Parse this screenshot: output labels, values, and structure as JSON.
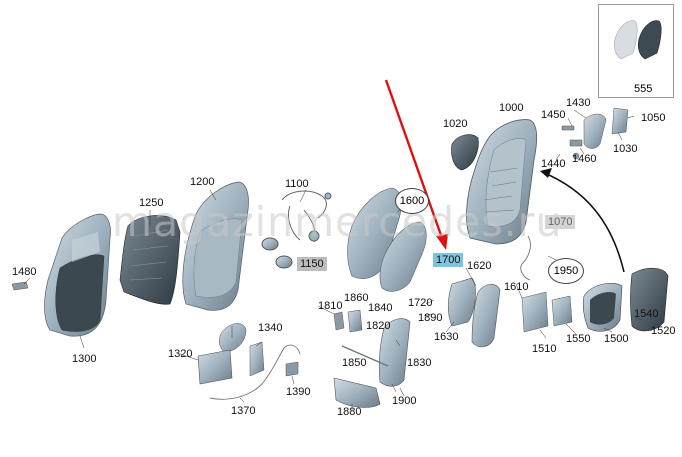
{
  "watermark": "magazinmercedes.ru",
  "inset": {
    "label": "555"
  },
  "circled_labels": {
    "c1600": "1600",
    "c1950": "1950"
  },
  "labels": {
    "l1000": "1000",
    "l1020": "1020",
    "l1030": "1030",
    "l1050": "1050",
    "l1070": "1070",
    "l1100": "1100",
    "l1150": "1150",
    "l1200": "1200",
    "l1250": "1250",
    "l1300": "1300",
    "l1320": "1320",
    "l1340": "1340",
    "l1370": "1370",
    "l1390": "1390",
    "l1430": "1430",
    "l1440": "1440",
    "l1450": "1450",
    "l1460": "1460",
    "l1480": "1480",
    "l1500": "1500",
    "l1510": "1510",
    "l1520": "1520",
    "l1540": "1540",
    "l1550": "1550",
    "l1610": "1610",
    "l1620": "1620",
    "l1630": "1630",
    "l1700": "1700",
    "l1720": "1720",
    "l1810": "1810",
    "l1820": "1820",
    "l1830": "1830",
    "l1840": "1840",
    "l1850": "1850",
    "l1860": "1860",
    "l1880": "1880",
    "l1890": "1890",
    "l1900": "1900"
  },
  "colors": {
    "part_fill": "#9fb2bf",
    "part_dark": "#5d6d78",
    "part_light": "#c9d5dc",
    "arrow_red": "#e01010",
    "highlight_blue": "#7fc3dd",
    "highlight_grey": "#bdbdbd"
  }
}
